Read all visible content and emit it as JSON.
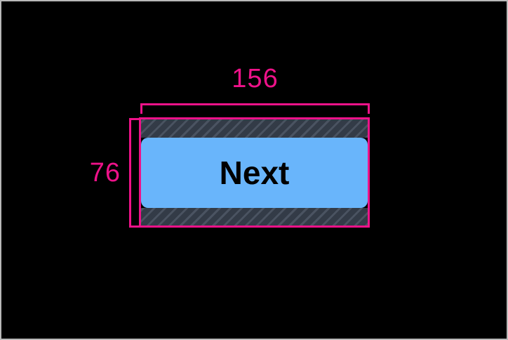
{
  "overlay": {
    "type": "element-measurement-overlay",
    "background_color": "#000000",
    "accent_color": "#ee1289"
  },
  "dimensions": {
    "width": {
      "label": "156",
      "name": "width-dimension"
    },
    "height": {
      "label": "76",
      "name": "height-dimension"
    }
  },
  "element": {
    "name": "next-button",
    "label": "Next",
    "fill_color": "#69b5fb",
    "text_color": "#000000",
    "margin_band_color": "#333b47"
  }
}
